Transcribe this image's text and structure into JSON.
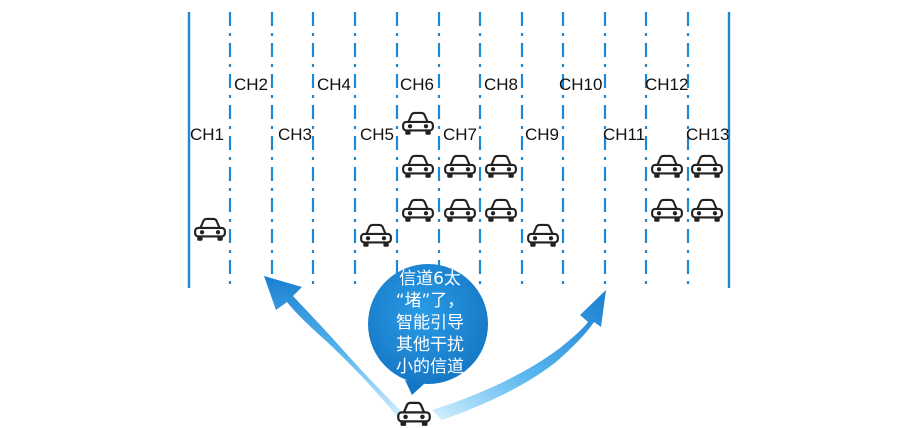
{
  "channels": [
    {
      "label": "CH1"
    },
    {
      "label": "CH2"
    },
    {
      "label": "CH3"
    },
    {
      "label": "CH4"
    },
    {
      "label": "CH5"
    },
    {
      "label": "CH6"
    },
    {
      "label": "CH7"
    },
    {
      "label": "CH8"
    },
    {
      "label": "CH9"
    },
    {
      "label": "CH10"
    },
    {
      "label": "CH11"
    },
    {
      "label": "CH12"
    },
    {
      "label": "CH13"
    }
  ],
  "cars_per_channel": {
    "CH1": 1,
    "CH2": 0,
    "CH3": 0,
    "CH4": 0,
    "CH5": 1,
    "CH6": 3,
    "CH7": 2,
    "CH8": 2,
    "CH9": 1,
    "CH10": 0,
    "CH11": 0,
    "CH12": 2,
    "CH13": 2
  },
  "callout": {
    "lines": [
      "信道6太",
      "“堵”了，",
      "智能引导",
      "其他干扰",
      "小的信道"
    ]
  },
  "colors": {
    "lane_line": "#1e88d8",
    "arrow_dark": "#1a7fd0",
    "arrow_light": "#8fd3f8",
    "bubble": "#1b8ad8",
    "car": "#222222"
  },
  "icons": {
    "car": "car-icon",
    "arrow": "arrow-icon"
  }
}
